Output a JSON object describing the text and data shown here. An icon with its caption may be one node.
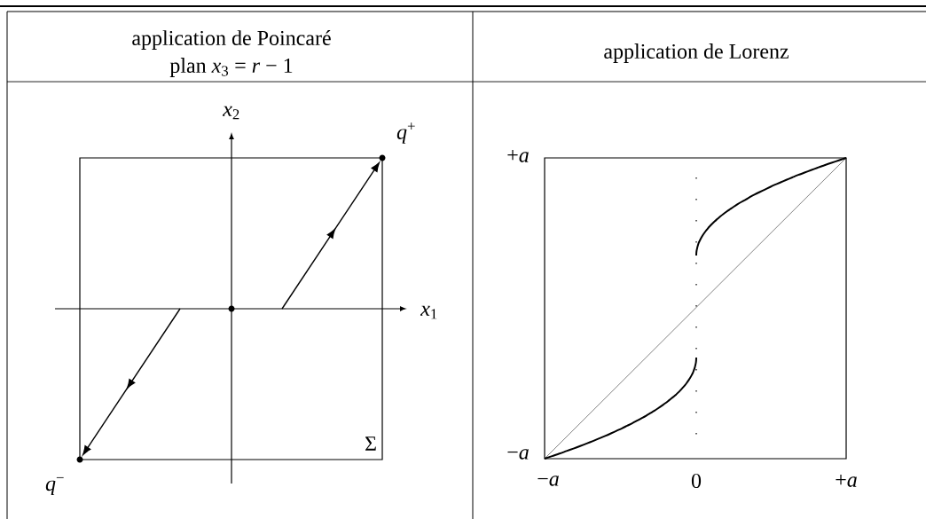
{
  "diagram": {
    "nodes": [
      {
        "text": [],
        "shape": "circle",
        "beside": [
          "*q*$^{+}$"
        ]
      },
      {
        "text": [],
        "shape": "circle",
        "beside": [
          "*q*$^{−}$"
        ]
      },
      {
        "text": [],
        "shape": "circle"
      }
    ],
    "edges": [
      {
        "from": null,
        "to": 0,
        "arrow": "to"
      },
      {
        "from": null,
        "to": 1,
        "arrow": "to"
      }
    ],
    "labels": [
      "application de Poincaré",
      "plan *x*$_{3}$ = *r* − 1",
      "application de Lorenz",
      "*x*$_{2}$",
      "*x*$_{1}$",
      "Σ",
      "+*a*",
      "−*a*",
      "−*a*",
      "0",
      "+*a*"
    ]
  }
}
